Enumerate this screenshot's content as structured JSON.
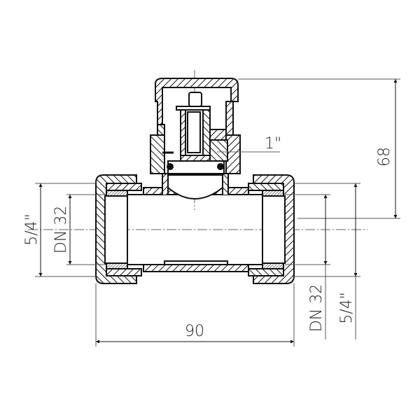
{
  "drawing": {
    "title": "Valve tee cross-section (technical drawing)",
    "colors": {
      "line": "#111111",
      "dim": "#555555",
      "background": "#ffffff"
    }
  },
  "dimensions": {
    "overall_length": "90",
    "overall_height": "68",
    "top_thread": "1\"",
    "left_thread": "5/4\"",
    "left_nominal": "DN 32",
    "right_nominal": "DN 32",
    "right_thread": "5/4\""
  }
}
